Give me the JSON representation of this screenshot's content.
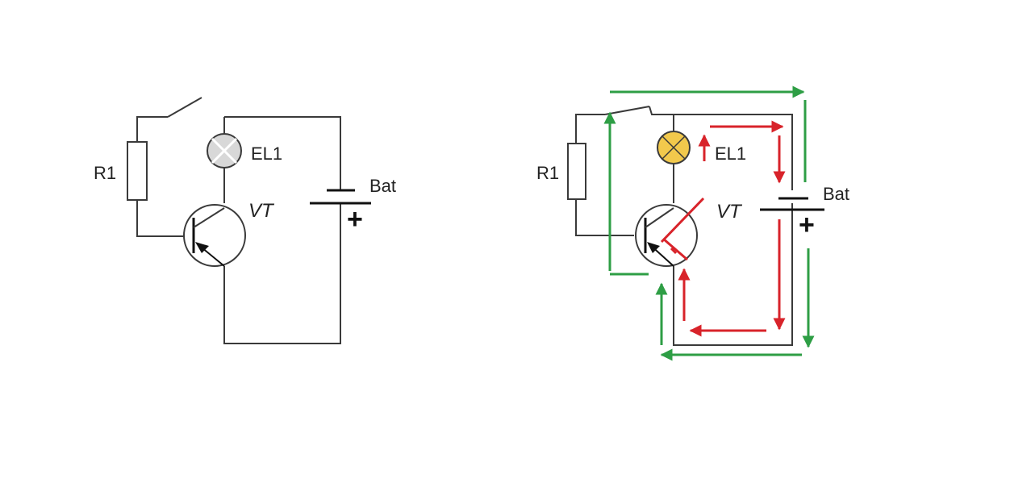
{
  "colors": {
    "wire": "#3a3a3a",
    "lamp_off": "#d8d8d8",
    "lamp_on": "#f2c94c",
    "collector_current": "#d8232a",
    "base_current": "#2e9e45"
  },
  "left_circuit": {
    "state": "switch open, lamp off",
    "resistor_label": "R1",
    "lamp_label": "EL1",
    "transistor_label": "VT",
    "battery_label": "Bat",
    "battery_plus": "+"
  },
  "right_circuit": {
    "state": "switch closed, lamp on",
    "resistor_label": "R1",
    "lamp_label": "EL1",
    "transistor_label": "VT",
    "battery_label": "Bat",
    "battery_plus": "+"
  }
}
